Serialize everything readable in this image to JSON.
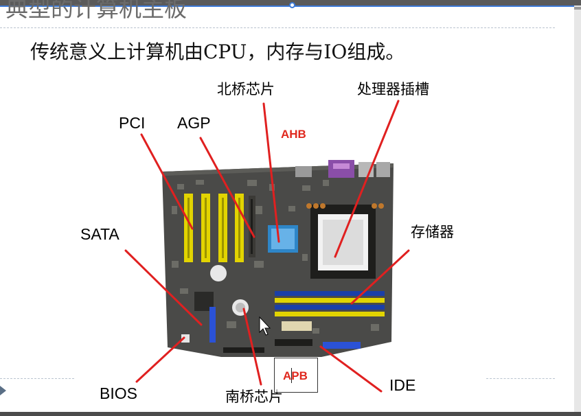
{
  "slide": {
    "title": "典型的计算机主板",
    "subtitle": "传统意义上计算机由CPU，内存与IO组成。"
  },
  "diagram": {
    "labels": {
      "pci": "PCI",
      "agp": "AGP",
      "north_bridge": "北桥芯片",
      "cpu_socket": "处理器插槽",
      "sata": "SATA",
      "memory": "存储器",
      "bios": "BIOS",
      "south_bridge": "南桥芯片",
      "ide": "IDE",
      "ahb": "AHB",
      "apb": "APB"
    },
    "colors": {
      "leader_line": "#e02020",
      "annotation": "#e0281e",
      "pcb": "#4a4a48",
      "pci_slot": "#e2d400",
      "dimm_slot": "#1b3fa8",
      "chipset": "#2e86c8",
      "cpu_socket": "#f2f2f2"
    }
  }
}
